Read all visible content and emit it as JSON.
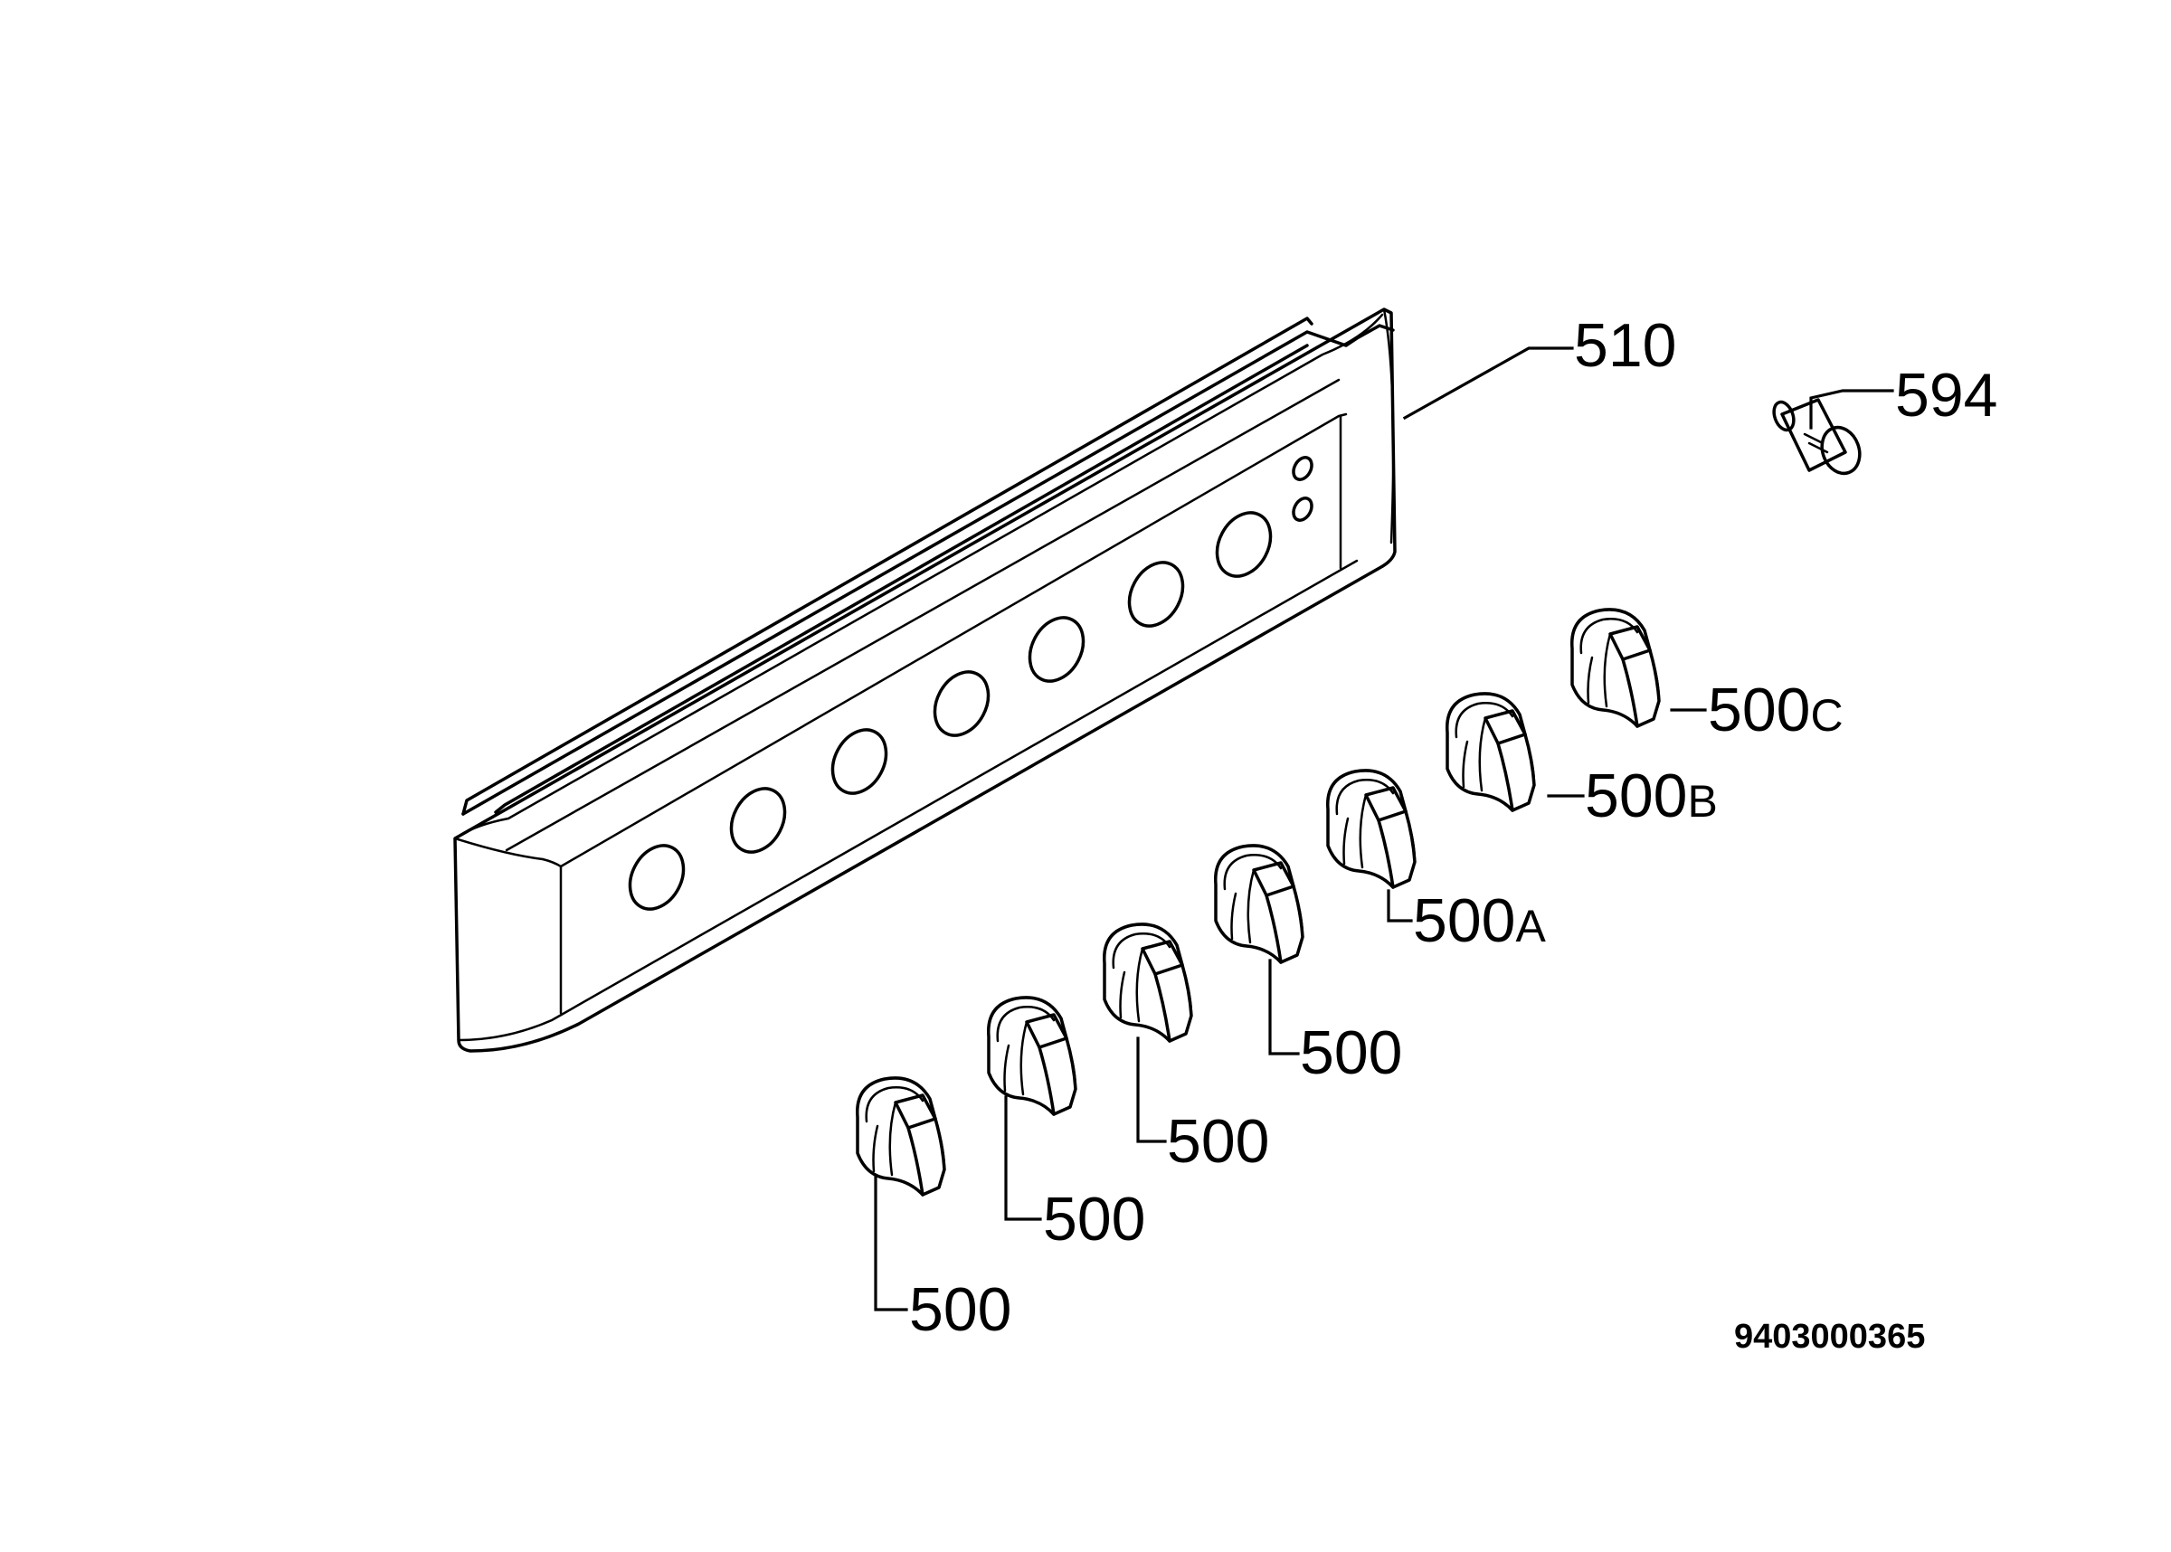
{
  "diagram": {
    "parts": {
      "control_panel": {
        "number": "510"
      },
      "indicator_lamp": {
        "number": "594"
      },
      "knobs": [
        {
          "number": "500",
          "suffix": ""
        },
        {
          "number": "500",
          "suffix": ""
        },
        {
          "number": "500",
          "suffix": ""
        },
        {
          "number": "500",
          "suffix": ""
        },
        {
          "number": "500",
          "suffix": "A"
        },
        {
          "number": "500",
          "suffix": "B"
        },
        {
          "number": "500",
          "suffix": "C"
        }
      ]
    },
    "drawing_number": "9403000365"
  }
}
